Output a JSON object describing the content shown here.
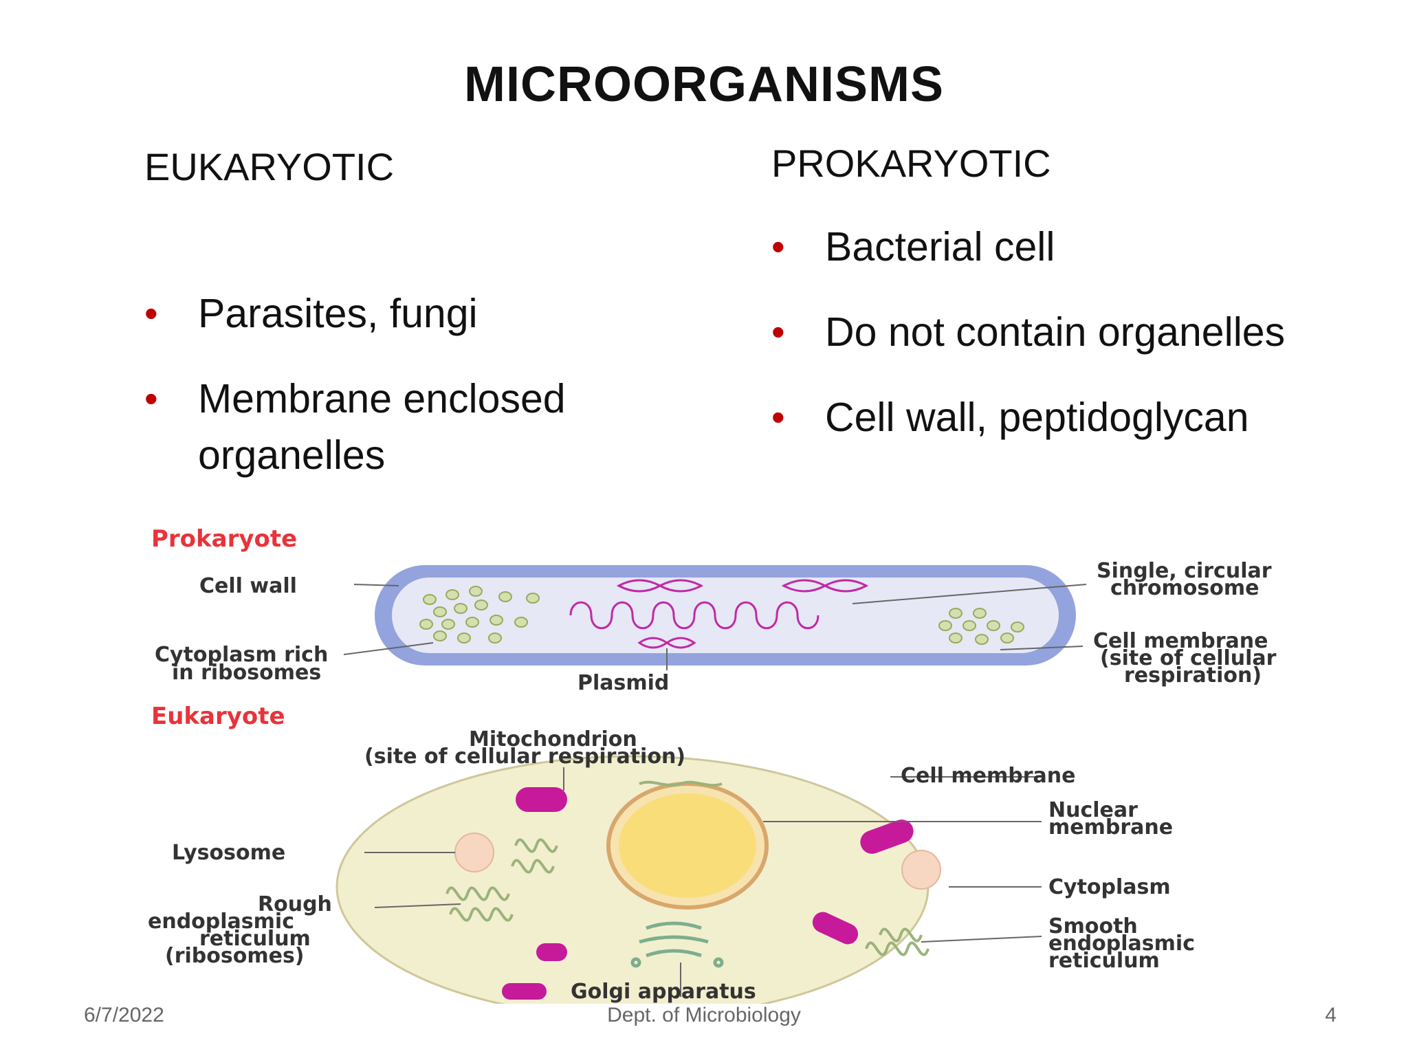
{
  "title": "MICROORGANISMS",
  "eukaryotic": {
    "heading": "EUKARYOTIC",
    "bullets": [
      "Parasites, fungi",
      "Membrane enclosed organelles"
    ]
  },
  "prokaryotic": {
    "heading": "PROKARYOTIC",
    "bullets": [
      "Bacterial cell",
      "Do not contain organelles",
      "Cell wall, peptidoglycan"
    ]
  },
  "bullet_glyph": "•",
  "colors": {
    "bullet": "#c00000",
    "diagram_heading": "#e8333a",
    "cell_wall": "#93a3dd",
    "cytoplasm": "#f2efcf",
    "mitochondrion": "#c61a9b"
  },
  "diagram": {
    "prokaryote": {
      "heading": "Prokaryote",
      "cell_wall": "Cell wall",
      "cytoplasm": [
        "Cytoplasm rich",
        "in ribosomes"
      ],
      "plasmid": "Plasmid",
      "chromosome": [
        "Single, circular",
        "chromosome"
      ],
      "cell_membrane": [
        "Cell membrane",
        "(site of cellular",
        "respiration)"
      ]
    },
    "eukaryote": {
      "heading": "Eukaryote",
      "mitochondrion": [
        "Mitochondrion",
        "(site of cellular respiration)"
      ],
      "cell_membrane": "Cell membrane",
      "nuclear_membrane": [
        "Nuclear",
        "membrane"
      ],
      "lysosome": "Lysosome",
      "cytoplasm": "Cytoplasm",
      "rough_er": [
        "Rough",
        "endoplasmic",
        "reticulum",
        "(ribosomes)"
      ],
      "smooth_er": [
        "Smooth",
        "endoplasmic",
        "reticulum"
      ],
      "golgi": "Golgi apparatus"
    }
  },
  "footer": {
    "date": "6/7/2022",
    "dept": "Dept. of Microbiology",
    "page": "4"
  }
}
